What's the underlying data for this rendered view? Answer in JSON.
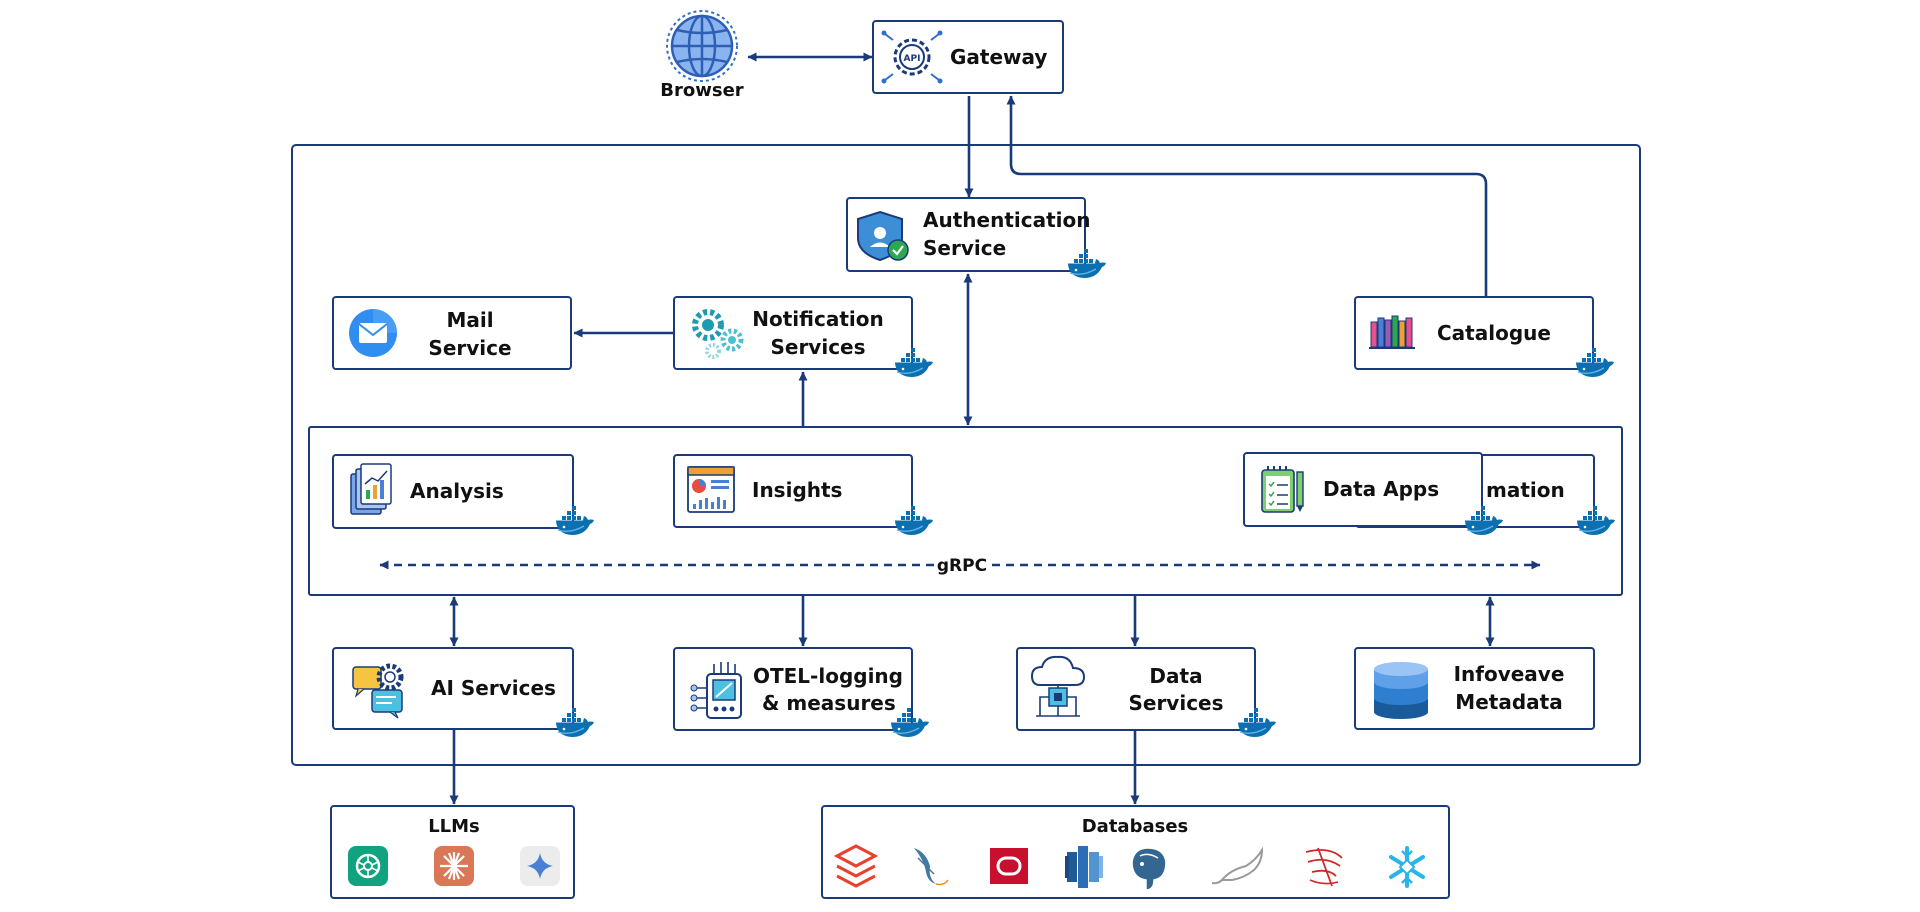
{
  "nodes": {
    "browser": "Browser",
    "gateway": "Gateway",
    "auth_line1": "Authentication",
    "auth_line2": "Service",
    "mail_line1": "Mail",
    "mail_line2": "Service",
    "notif_line1": "Notification",
    "notif_line2": "Services",
    "catalogue": "Catalogue",
    "analysis": "Analysis",
    "insights": "Insights",
    "data_apps": "Data Apps",
    "automation_partial": "mation",
    "grpc": "gRPC",
    "ai_services": "AI Services",
    "otel_line1": "OTEL-logging",
    "otel_line2": "& measures",
    "data_services_line1": "Data",
    "data_services_line2": "Services",
    "infoveave_line1": "Infoveave",
    "infoveave_line2": "Metadata",
    "llms": "LLMs",
    "databases": "Databases"
  },
  "icons": {
    "browser": "globe-icon",
    "gateway": "api-chip-icon",
    "auth": "shield-check-icon",
    "mail": "envelope-icon",
    "notif": "gears-icon",
    "catalogue": "books-icon",
    "analysis": "report-chart-icon",
    "insights": "dashboard-icon",
    "data_apps": "notepad-icon",
    "ai": "ai-chat-gear-icon",
    "otel": "device-meter-icon",
    "data_services": "cloud-chip-icon",
    "infoveave": "database-stack-icon",
    "container": "docker-whale-icon",
    "llm_providers": [
      "openai-icon",
      "claude-icon",
      "gemini-icon"
    ],
    "database_engines": [
      "databricks-icon",
      "mysql-icon",
      "oracle-icon",
      "redshift-icon",
      "postgresql-icon",
      "mariadb-icon",
      "sqlserver-icon",
      "snowflake-icon"
    ]
  },
  "colors": {
    "line": "#1b3a7a",
    "docker_whale": "#0b7bbf",
    "openai": "#10a37f",
    "claude": "#d97757",
    "gemini_bg": "#ececec",
    "oracle": "#c8102e",
    "databricks": "#e8412c",
    "snowflake": "#29b5e8",
    "redshift": "#2d6db5",
    "postgres": "#336791"
  }
}
